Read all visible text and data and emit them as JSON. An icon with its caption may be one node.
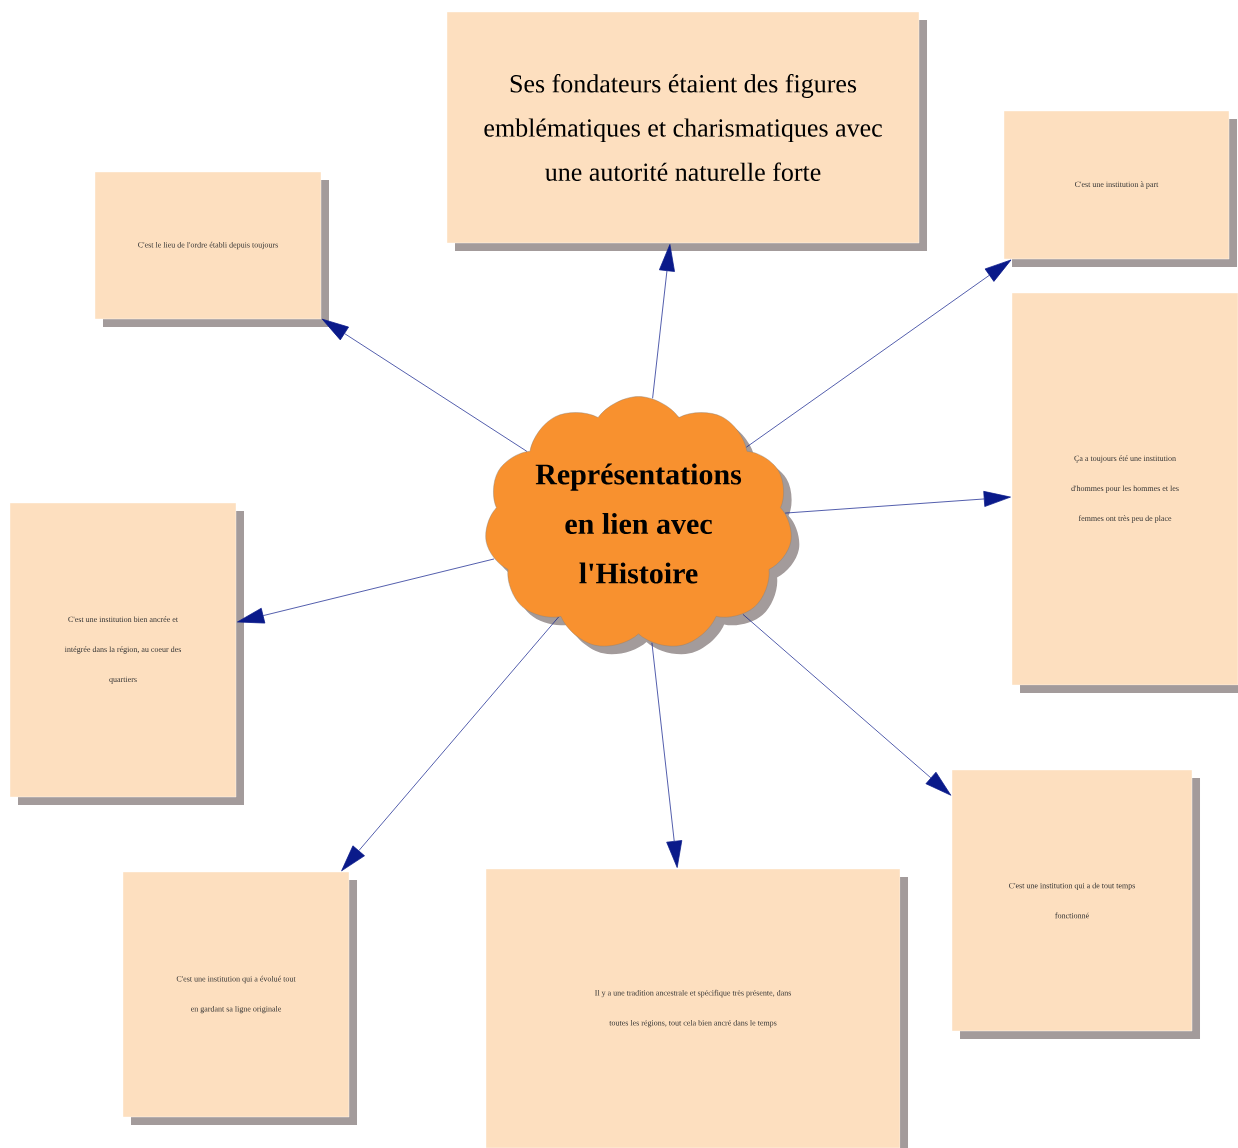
{
  "diagram": {
    "nodes": [
      {
        "text": [
          "Représentations en lien avec l'Histoire"
        ]
      },
      {
        "text": [
          "Ses fondateurs étaient des figures emblématiques et charismatiques avec une autorité naturelle forte"
        ]
      },
      {
        "text": [
          "C'est le lieu de l'ordre établi depuis toujours"
        ]
      },
      {
        "text": [
          "C'est une institution à part"
        ]
      },
      {
        "text": [
          "Ça a toujours été une institution d'hommes pour les hommes et les femmes ont très peu de place"
        ]
      },
      {
        "text": [
          "C'est une institution bien ancrée et intégrée dans la région, au coeur des quartiers"
        ]
      },
      {
        "text": [
          "C'est une institution qui a de tout temps fonctionné"
        ]
      },
      {
        "text": [
          "C'est une institution qui a évolué tout en gardant sa ligne originale"
        ]
      },
      {
        "text": [
          "Il y a une tradition ancestrale et spécifique très présente, dans toutes les régions, tout cela bien ancré dans le temps"
        ]
      }
    ],
    "edges": [
      {
        "from": 0,
        "to": 1,
        "arrow": "to"
      },
      {
        "from": 0,
        "to": 2,
        "arrow": "to"
      },
      {
        "from": 0,
        "to": 3,
        "arrow": "to"
      },
      {
        "from": 0,
        "to": 4,
        "arrow": "to"
      },
      {
        "from": 0,
        "to": 5,
        "arrow": "to"
      },
      {
        "from": 0,
        "to": 6,
        "arrow": "to"
      },
      {
        "from": 0,
        "to": 7,
        "arrow": "to"
      },
      {
        "from": 0,
        "to": 8,
        "arrow": "to"
      }
    ]
  }
}
